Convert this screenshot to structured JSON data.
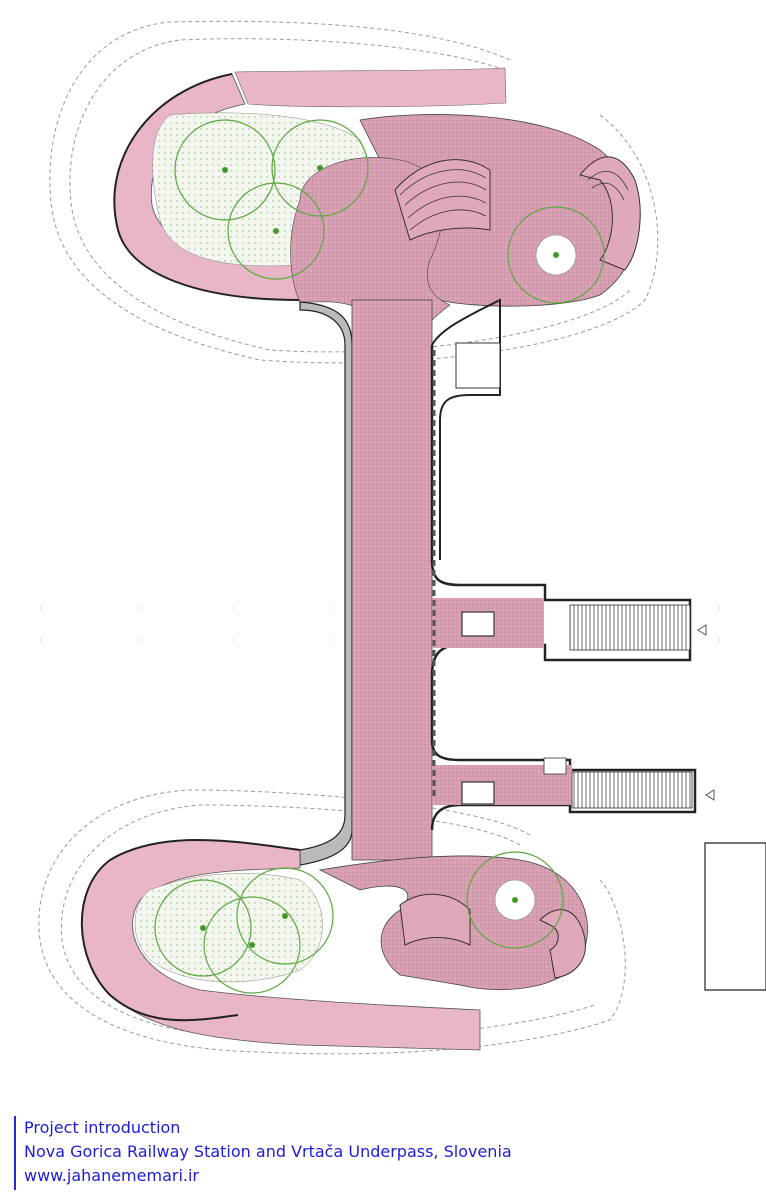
{
  "caption": {
    "line1": "Project introduction",
    "line2": "Nova Gorica Railway Station and Vrtača Underpass, Slovenia",
    "line3": "www.jahanememari.ir"
  },
  "colors": {
    "paving": "#e8b6c7",
    "paving_hatch": "#c98fa2",
    "walls": "#333333",
    "planting": "#7dbb6b",
    "tree_canopy": "#5aa83e",
    "dashed_outline": "#9a9a9a",
    "caption_text": "#1d1dd6"
  },
  "icons": [
    "tree-canopy-icon",
    "stair-icon",
    "elevator-icon",
    "arrow-icon"
  ]
}
